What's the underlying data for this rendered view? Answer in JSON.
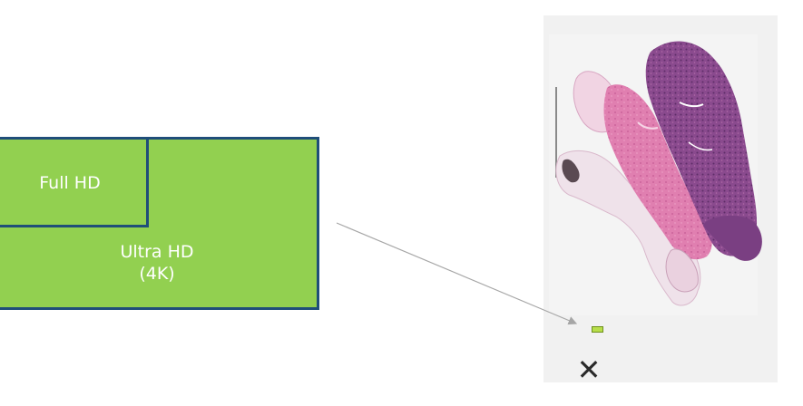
{
  "resolution_boxes": {
    "full_hd": {
      "label": "Full HD"
    },
    "ultra_hd": {
      "label_line1": "Ultra HD",
      "label_line2": "(4K)"
    }
  },
  "slide": {
    "close_symbol": "✕"
  },
  "colors": {
    "box_fill": "#92d050",
    "box_border": "#1f4e79",
    "label_text": "#ffffff",
    "arrow": "#a6a6a6",
    "tissue_pink": "#e07fb0",
    "tissue_purple": "#8a4a8e",
    "view_marker": "#b7de4a"
  },
  "icons": {
    "close": "close-icon",
    "arrow": "connector-arrow"
  }
}
